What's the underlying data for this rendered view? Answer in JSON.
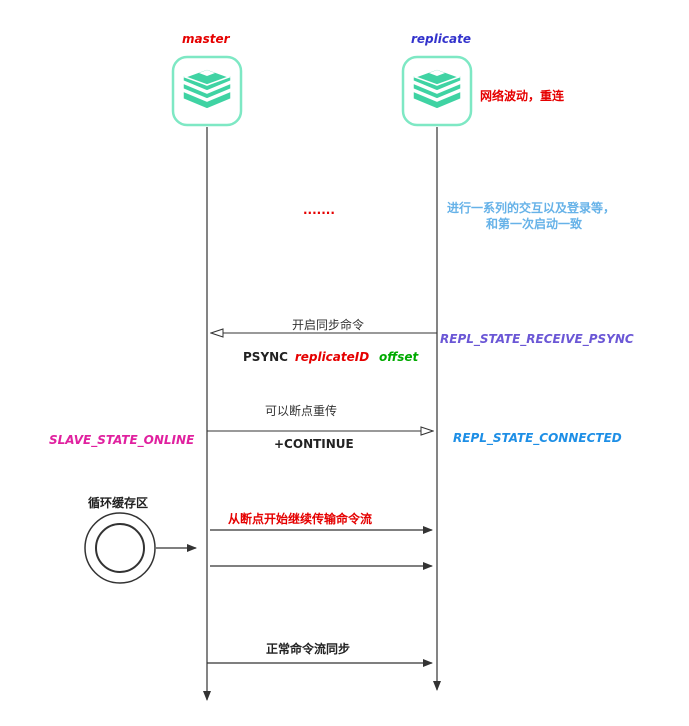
{
  "colors": {
    "node_border": "#7ee8c4",
    "node_fill": "#ffffff",
    "redis_icon": "#3fd3a3",
    "line": "#333333",
    "red": "#e50000",
    "blue": "#3333cc",
    "green": "#00aa00",
    "light_blue": "#66b2e8",
    "purple": "#6b57d6",
    "pink": "#e0219f",
    "state_blue": "#1e8fe6"
  },
  "master": {
    "label": "master",
    "icon": "redis-icon"
  },
  "replica": {
    "label": "replicate",
    "icon": "redis-icon"
  },
  "notes": {
    "network": "网络波动，重连",
    "ellipsis": ".......",
    "handshake_line1": "进行一系列的交互以及登录等，",
    "handshake_line2": "和第一次启动一致",
    "cache": "循环缓存区"
  },
  "messages": {
    "psync_label": "开启同步命令",
    "psync_cmd": "PSYNC",
    "psync_arg1": "replicateID",
    "psync_arg2": "offset",
    "resume_label": "可以断点重传",
    "continue_reply": "+CONTINUE",
    "stream_label": "从断点开始继续传输命令流",
    "normal_sync": "正常命令流同步"
  },
  "states": {
    "replica_receive": "REPL_STATE_RECEIVE_PSYNC",
    "replica_connected": "REPL_STATE_CONNECTED",
    "master_online": "SLAVE_STATE_ONLINE"
  }
}
